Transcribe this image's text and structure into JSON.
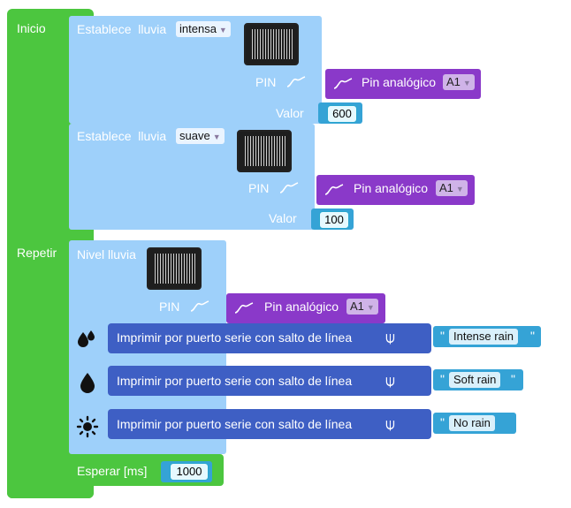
{
  "inicio": {
    "label": "Inicio",
    "blocks": [
      {
        "set_label": "Establece",
        "sensor_label": "lluvia",
        "mode": "intensa",
        "pin_label": "PIN",
        "pin_block": "Pin analógico",
        "pin": "A1",
        "valor_label": "Valor",
        "valor": "600"
      },
      {
        "set_label": "Establece",
        "sensor_label": "lluvia",
        "mode": "suave",
        "pin_label": "PIN",
        "pin_block": "Pin analógico",
        "pin": "A1",
        "valor_label": "Valor",
        "valor": "100"
      }
    ]
  },
  "repetir": {
    "label": "Repetir",
    "nivel": {
      "label": "Nivel lluvia",
      "pin_label": "PIN",
      "pin_block": "Pin analógico",
      "pin": "A1"
    },
    "prints": [
      {
        "icon": "water-drops-icon",
        "label": "Imprimir por puerto serie con salto de línea",
        "text": "Intense rain"
      },
      {
        "icon": "water-drop-icon",
        "label": "Imprimir por puerto serie con salto de línea",
        "text": "Soft rain"
      },
      {
        "icon": "sun-icon",
        "label": "Imprimir por puerto serie con salto de línea",
        "text": "No rain"
      }
    ],
    "wait": {
      "label": "Esperar [ms]",
      "value": "1000"
    }
  },
  "quote": "\""
}
